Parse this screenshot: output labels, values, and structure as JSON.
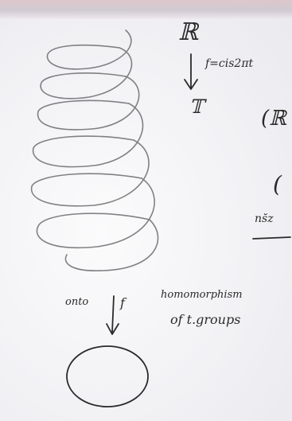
{
  "whiteboard": {
    "top_label_R": "ℝ",
    "map_definition": "f=cis2πt",
    "circle_label": "𝕋",
    "right_label_R": "(ℝ",
    "right_paren": "(",
    "right_fragment": "ns̆z",
    "onto_label": "onto",
    "map_label": "f",
    "homomorphism_line1": "homomorphism",
    "homomorphism_line2": "of t.groups"
  },
  "ink_color": "#2a2a2a"
}
